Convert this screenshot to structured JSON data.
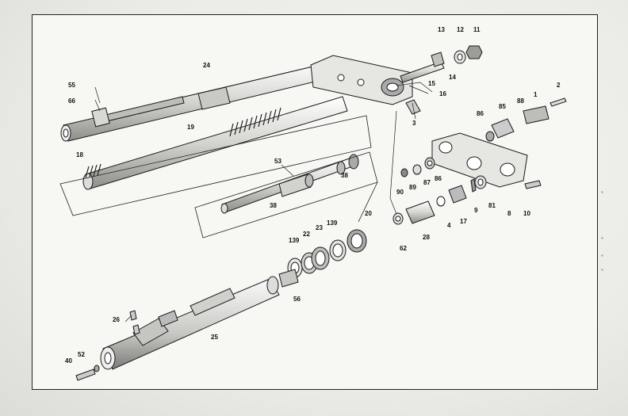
{
  "diagram": {
    "labels": [
      "1",
      "3",
      "4",
      "8",
      "9",
      "10",
      "11",
      "12",
      "13",
      "14",
      "15",
      "16",
      "17",
      "18",
      "19",
      "20",
      "22",
      "23",
      "24",
      "25",
      "26",
      "28",
      "38",
      "40",
      "52",
      "53",
      "55",
      "56",
      "62",
      "66",
      "81",
      "85",
      "86",
      "87",
      "88",
      "89",
      "90",
      "139"
    ]
  },
  "colors": {
    "ink": "#1a1a1a",
    "paper": "#f7f7f4",
    "shade": "#b8b8b4",
    "bleed": "#9a9a95"
  }
}
